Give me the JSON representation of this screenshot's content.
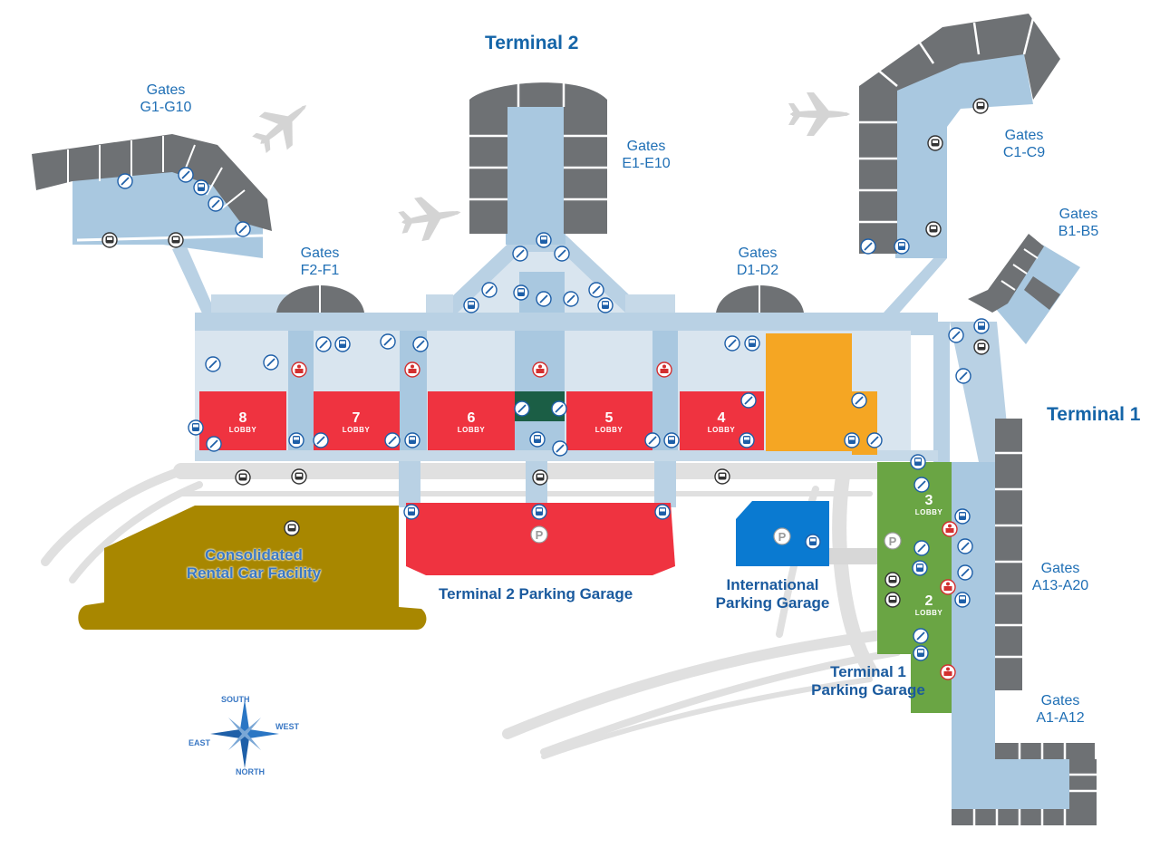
{
  "map": {
    "terminals": {
      "terminal_2": "Terminal 2",
      "terminal_1": "Terminal 1"
    },
    "gates": {
      "g": {
        "title": "Gates",
        "range": "G1-G10"
      },
      "e": {
        "title": "Gates",
        "range": "E1-E10"
      },
      "f": {
        "title": "Gates",
        "range": "F2-F1"
      },
      "d": {
        "title": "Gates",
        "range": "D1-D2"
      },
      "c": {
        "title": "Gates",
        "range": "C1-C9"
      },
      "b": {
        "title": "Gates",
        "range": "B1-B5"
      },
      "a13": {
        "title": "Gates",
        "range": "A13-A20"
      },
      "a1": {
        "title": "Gates",
        "range": "A1-A12"
      }
    },
    "lobbies": {
      "lobby_8": {
        "number": "8",
        "word": "LOBBY"
      },
      "lobby_7": {
        "number": "7",
        "word": "LOBBY"
      },
      "lobby_6": {
        "number": "6",
        "word": "LOBBY"
      },
      "lobby_5": {
        "number": "5",
        "word": "LOBBY"
      },
      "lobby_4": {
        "number": "4",
        "word": "LOBBY"
      },
      "lobby_3": {
        "number": "3",
        "word": "LOBBY"
      },
      "lobby_2": {
        "number": "2",
        "word": "LOBBY"
      }
    },
    "facilities": {
      "rental_line1": "Consolidated",
      "rental_line2": "Rental Car Facility",
      "t2_garage": "Terminal 2 Parking Garage",
      "intl_line1": "International",
      "intl_line2": "Parking Garage",
      "t1_line1": "Terminal 1",
      "t1_line2": "Parking Garage",
      "parking_symbol": "P"
    },
    "compass": {
      "south": "SOUTH",
      "west": "WEST",
      "east": "EAST",
      "north": "NORTH"
    },
    "colors": {
      "concourse": "#a9c8e0",
      "concourse_light": "#d9e5ef",
      "gate_block": "#6e7174",
      "lobby_red": "#ef3340",
      "terminal1_green": "#6aa544",
      "orange": "#f5a623",
      "rental_gold": "#a88700",
      "intl_blue": "#0a7ad1",
      "road": "#dadada",
      "icon_blue": "#1e5fa8",
      "dark_green": "#1b5e45"
    },
    "icon_legend": [
      "restroom-icon",
      "bus-icon",
      "shuttle-icon",
      "ticketing-icon",
      "parking-icon",
      "pet-relief-icon",
      "airplane-icon"
    ]
  }
}
